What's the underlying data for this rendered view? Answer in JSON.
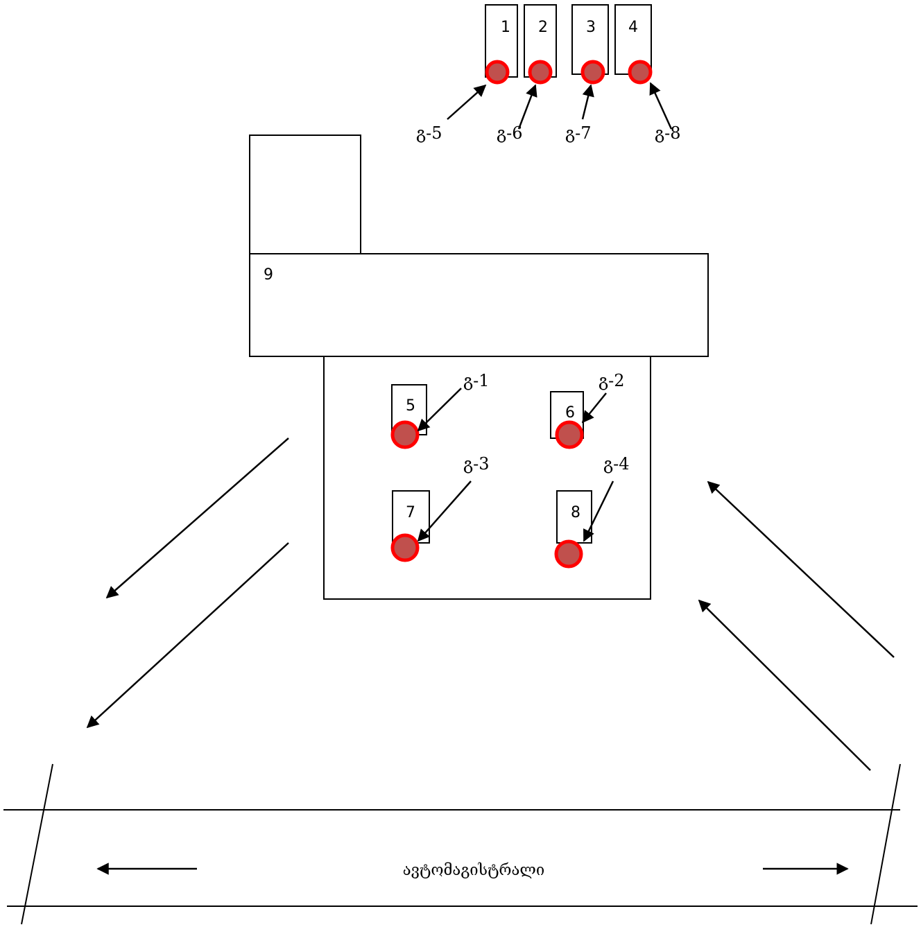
{
  "pumps": [
    {
      "label": "1",
      "marker": "გ-5"
    },
    {
      "label": "2",
      "marker": "გ-6"
    },
    {
      "label": "3",
      "marker": "გ-7"
    },
    {
      "label": "4",
      "marker": "გ-8"
    }
  ],
  "building": {
    "label": "9"
  },
  "canopy_pumps": [
    {
      "label": "5",
      "marker": "გ-1"
    },
    {
      "label": "6",
      "marker": "გ-2"
    },
    {
      "label": "7",
      "marker": "გ-3"
    },
    {
      "label": "8",
      "marker": "გ-4"
    }
  ],
  "road": {
    "label": "ავტომაგისტრალი"
  },
  "colors": {
    "point_ring": "#ff0000",
    "point_fill": "#c0504d",
    "line": "#000000"
  }
}
